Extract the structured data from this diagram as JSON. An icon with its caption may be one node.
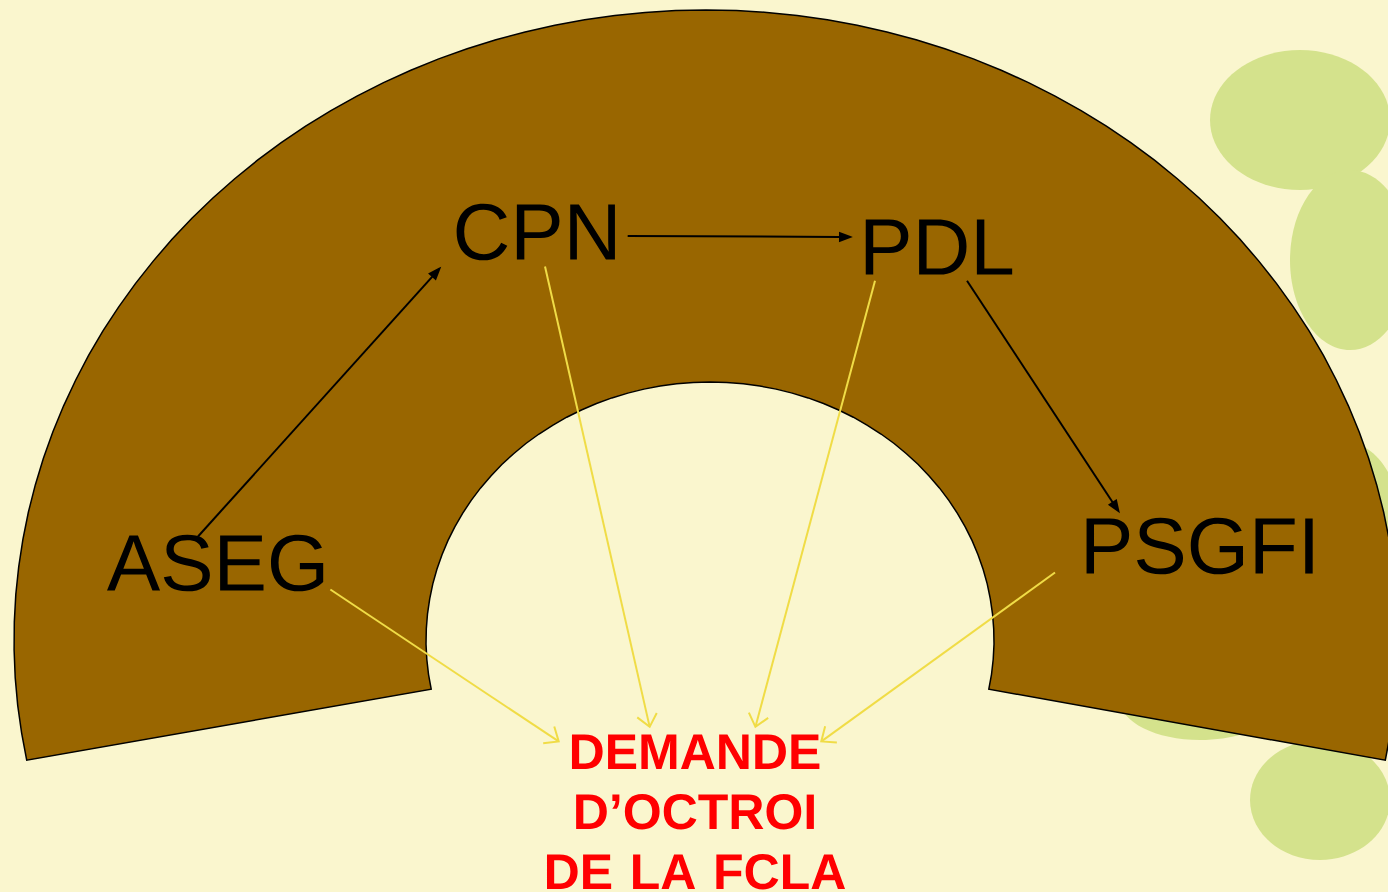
{
  "diagram": {
    "nodes": [
      {
        "text": [
          "ASEG"
        ]
      },
      {
        "text": [
          "CPN"
        ]
      },
      {
        "text": [
          "PDL"
        ]
      },
      {
        "text": [
          "PSGFI"
        ]
      },
      {
        "text": [
          "DEMANDE D’OCTROI DE LA FCLA"
        ]
      }
    ],
    "edges": [
      {
        "from": 0,
        "to": 1,
        "arrow": "to",
        "color": "#000000"
      },
      {
        "from": 1,
        "to": 2,
        "arrow": "to",
        "color": "#000000"
      },
      {
        "from": 2,
        "to": 3,
        "arrow": "to",
        "color": "#000000"
      },
      {
        "from": 0,
        "to": 4,
        "arrow": "to"
      },
      {
        "from": 1,
        "to": 4,
        "arrow": "to"
      },
      {
        "from": 2,
        "to": 4,
        "arrow": "to"
      },
      {
        "from": 3,
        "to": 4,
        "arrow": "to"
      }
    ]
  }
}
